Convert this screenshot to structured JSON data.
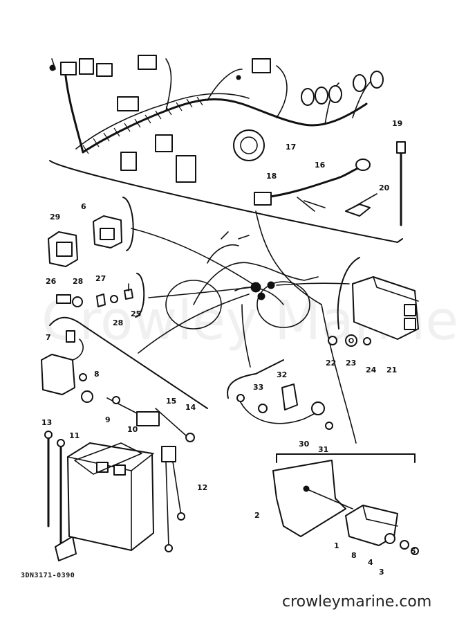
{
  "diagram": {
    "document_code": "3DN3171-0390",
    "watermark": "Crowley Marine",
    "site_url": "crowleymarine.com",
    "callouts": [
      {
        "id": "c1",
        "label": "1"
      },
      {
        "id": "c2",
        "label": "2"
      },
      {
        "id": "c3",
        "label": "3"
      },
      {
        "id": "c4",
        "label": "4"
      },
      {
        "id": "c5",
        "label": "5"
      },
      {
        "id": "c6",
        "label": "6"
      },
      {
        "id": "c7",
        "label": "7"
      },
      {
        "id": "c8",
        "label": "8"
      },
      {
        "id": "c8b",
        "label": "8"
      },
      {
        "id": "c9",
        "label": "9"
      },
      {
        "id": "c10",
        "label": "10"
      },
      {
        "id": "c11",
        "label": "11"
      },
      {
        "id": "c12",
        "label": "12"
      },
      {
        "id": "c13",
        "label": "13"
      },
      {
        "id": "c14",
        "label": "14"
      },
      {
        "id": "c15",
        "label": "15"
      },
      {
        "id": "c16",
        "label": "16"
      },
      {
        "id": "c17",
        "label": "17"
      },
      {
        "id": "c18",
        "label": "18"
      },
      {
        "id": "c19",
        "label": "19"
      },
      {
        "id": "c20",
        "label": "20"
      },
      {
        "id": "c21",
        "label": "21"
      },
      {
        "id": "c22",
        "label": "22"
      },
      {
        "id": "c23",
        "label": "23"
      },
      {
        "id": "c24",
        "label": "24"
      },
      {
        "id": "c25",
        "label": "25"
      },
      {
        "id": "c26",
        "label": "26"
      },
      {
        "id": "c27",
        "label": "27"
      },
      {
        "id": "c28",
        "label": "28"
      },
      {
        "id": "c28b",
        "label": "28"
      },
      {
        "id": "c29",
        "label": "29"
      },
      {
        "id": "c30",
        "label": "30"
      },
      {
        "id": "c31",
        "label": "31"
      },
      {
        "id": "c32",
        "label": "32"
      },
      {
        "id": "c33",
        "label": "33"
      }
    ]
  }
}
